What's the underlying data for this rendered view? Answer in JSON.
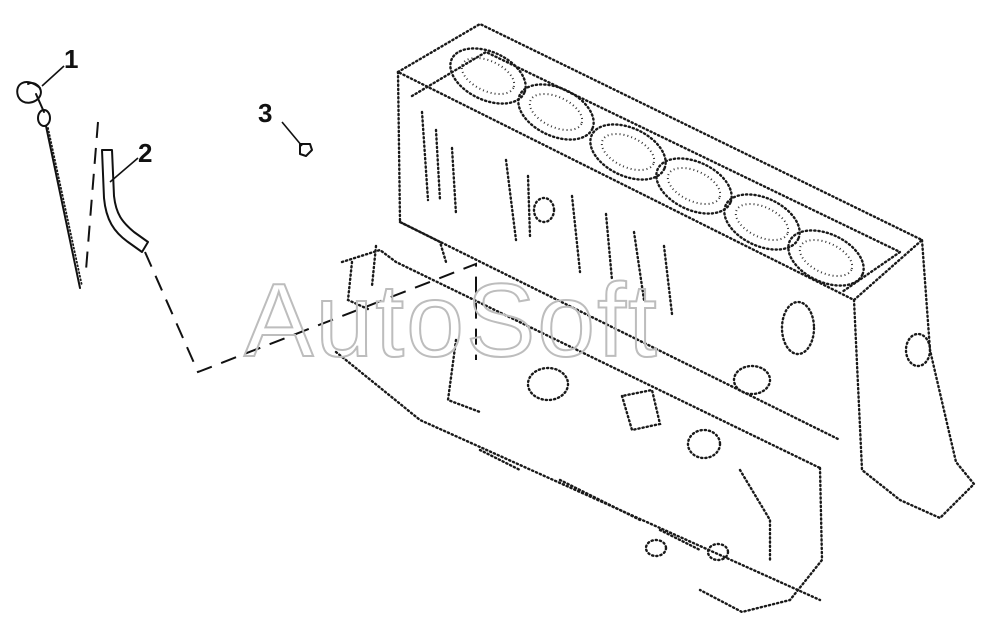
{
  "callouts": [
    {
      "id": "1",
      "label": "1"
    },
    {
      "id": "2",
      "label": "2"
    },
    {
      "id": "3",
      "label": "3"
    }
  ],
  "watermark": "AutoSoft",
  "colors": {
    "background": "#ffffff",
    "line": "#111111",
    "watermark": "#bdbdbd"
  }
}
